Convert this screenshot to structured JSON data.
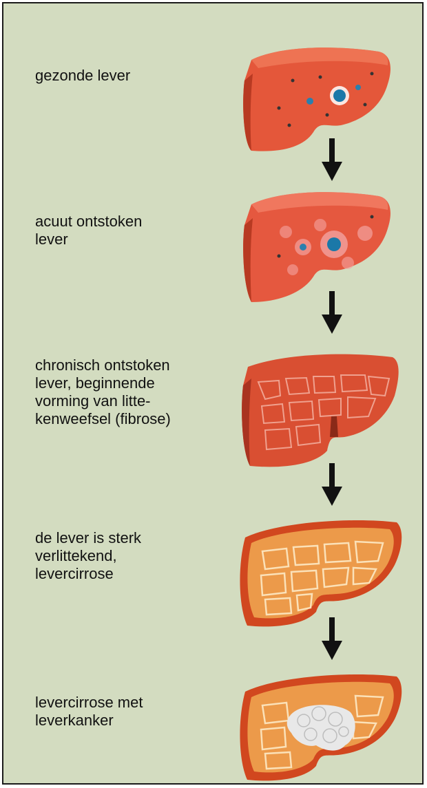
{
  "colors": {
    "background": "#d3dcc0",
    "border": "#1a1a1a",
    "arrow": "#111111",
    "healthy_liver": "#e4573a",
    "inflamed_liver": "#e5583f",
    "fibrotic_liver": "#d94f32",
    "cirrhotic_liver": "#ec9a4a",
    "tumor": "#e8e8e8"
  },
  "stages": [
    {
      "id": "healthy",
      "label": "gezonde lever",
      "icon": "healthy-liver-illustration"
    },
    {
      "id": "inflamed",
      "label": "acuut ontstoken\nlever",
      "icon": "inflamed-liver-illustration"
    },
    {
      "id": "fibrosis",
      "label": "chronisch ontstoken\nlever, beginnende\nvorming van litte-\nkenweefsel (fibrose)",
      "icon": "fibrotic-liver-illustration"
    },
    {
      "id": "cirrhosis",
      "label": "de lever is sterk\nverlittekend,\nlevercirrose",
      "icon": "cirrhotic-liver-illustration"
    },
    {
      "id": "cancer",
      "label": "levercirrose met\nleverkanker",
      "icon": "liver-cancer-illustration"
    }
  ]
}
